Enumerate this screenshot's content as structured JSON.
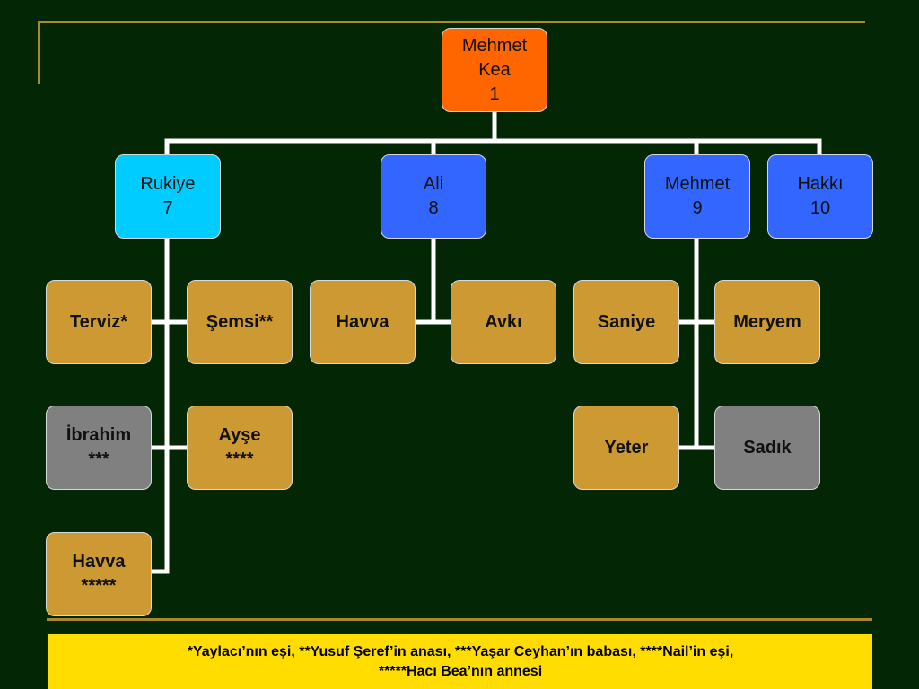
{
  "colors": {
    "background": "#032605",
    "accent_line": "#a8892f",
    "root": "#ff6600",
    "daughter": "#00ccff",
    "son": "#3366ff",
    "spouse": "#cc9933",
    "spouse_gray": "#808080",
    "footnote_bg": "#ffdd00",
    "connector": "#ffffff"
  },
  "root": {
    "name": "Mehmet",
    "name2": "Kea",
    "num": "1"
  },
  "children": {
    "rukiye": {
      "name": "Rukiye",
      "num": "7"
    },
    "ali": {
      "name": "Ali",
      "num": "8"
    },
    "mehmet": {
      "name": "Mehmet",
      "num": "9"
    },
    "hakki": {
      "name": "Hakkı",
      "num": "10"
    }
  },
  "spouses": {
    "terviz": {
      "name": "Terviz*"
    },
    "semsi": {
      "name": "Şemsi**"
    },
    "ibrahim": {
      "name": "İbrahim",
      "mark": "***"
    },
    "ayse": {
      "name": "Ayşe",
      "mark": "****"
    },
    "havva_r": {
      "name": "Havva",
      "mark": "*****"
    },
    "havva_a": {
      "name": "Havva"
    },
    "avki": {
      "name": "Avkı"
    },
    "saniye": {
      "name": "Saniye"
    },
    "meryem": {
      "name": "Meryem"
    },
    "yeter": {
      "name": "Yeter"
    },
    "sadik": {
      "name": "Sadık"
    }
  },
  "footnote": {
    "text": "*Yaylacı’nın eşi, **Yusuf Şeref’in anası, ***Yaşar Ceyhan’ın babası, ****Nail’in eşi,\n*****Hacı Bea’nın annesi"
  }
}
